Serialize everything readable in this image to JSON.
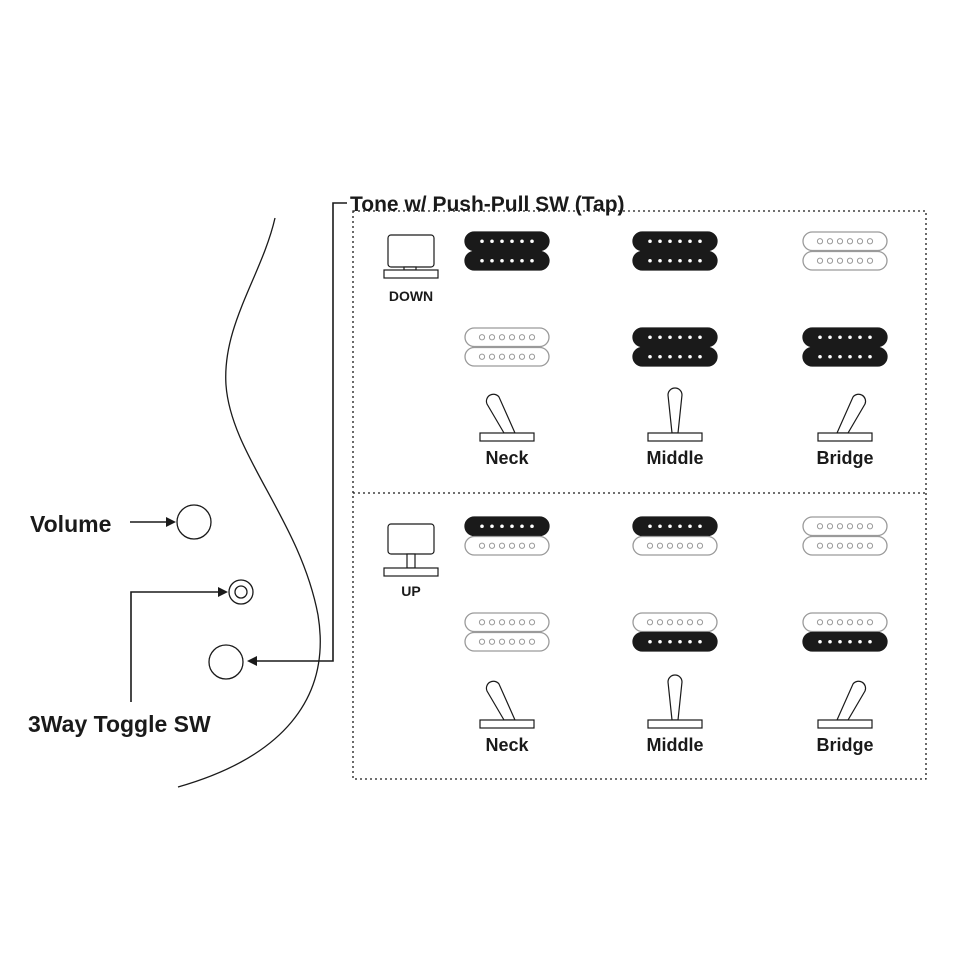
{
  "title": "Tone w/ Push-Pull SW (Tap)",
  "labels": {
    "volume": "Volume",
    "toggle": "3Way Toggle SW"
  },
  "colors": {
    "ink": "#1a1a1a",
    "outline": "#9a9a9a"
  },
  "sections": [
    {
      "state": "DOWN",
      "positions": [
        {
          "label": "Neck",
          "toggle": "left",
          "pickups": [
            [
              true,
              true
            ],
            [
              false,
              false
            ]
          ]
        },
        {
          "label": "Middle",
          "toggle": "center",
          "pickups": [
            [
              true,
              true
            ],
            [
              true,
              true
            ]
          ]
        },
        {
          "label": "Bridge",
          "toggle": "right",
          "pickups": [
            [
              false,
              false
            ],
            [
              true,
              true
            ]
          ]
        }
      ]
    },
    {
      "state": "UP",
      "positions": [
        {
          "label": "Neck",
          "toggle": "left",
          "pickups": [
            [
              true,
              false
            ],
            [
              false,
              false
            ]
          ]
        },
        {
          "label": "Middle",
          "toggle": "center",
          "pickups": [
            [
              true,
              false
            ],
            [
              false,
              true
            ]
          ]
        },
        {
          "label": "Bridge",
          "toggle": "right",
          "pickups": [
            [
              false,
              false
            ],
            [
              false,
              true
            ]
          ]
        }
      ]
    }
  ]
}
